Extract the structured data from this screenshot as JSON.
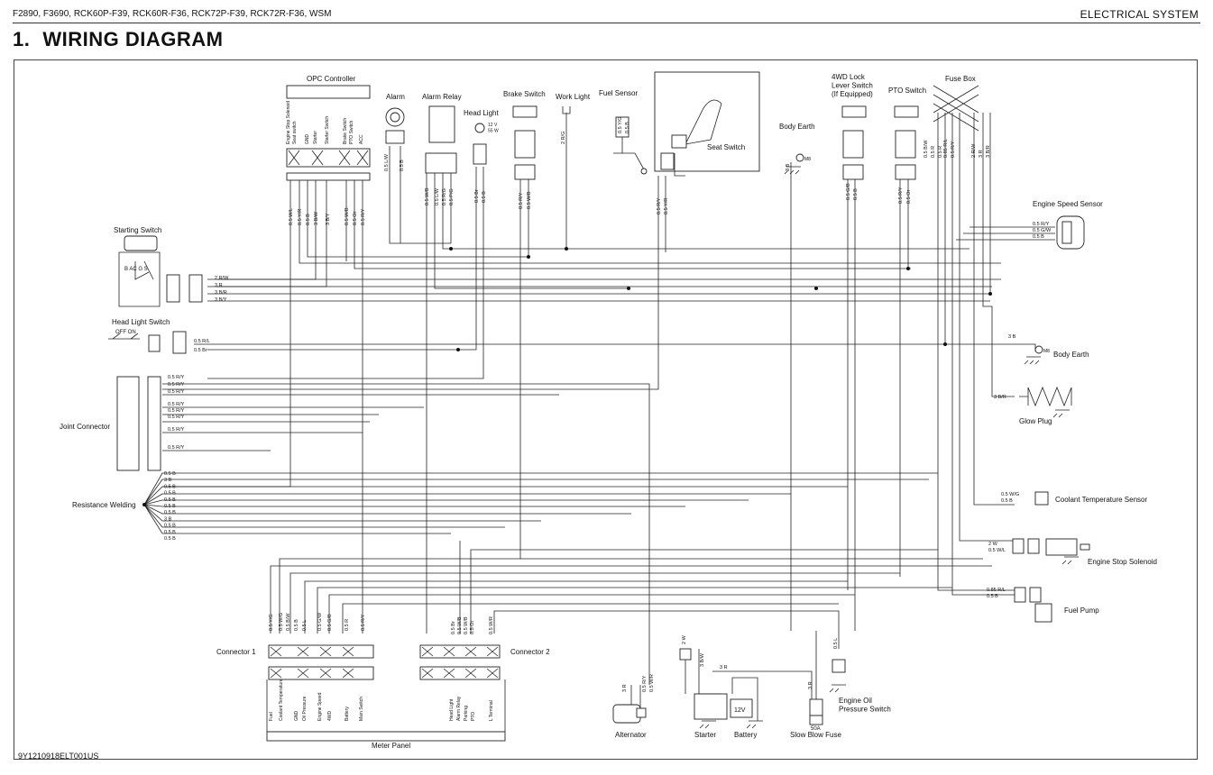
{
  "header": {
    "models": "F2890, F3690, RCK60P-F39, RCK60R-F36, RCK72P-F39, RCK72R-F36, WSM",
    "section": "ELECTRICAL SYSTEM"
  },
  "title": {
    "number": "1.",
    "text": "WIRING DIAGRAM"
  },
  "doc_id": "9Y1210918ELT001US",
  "components": {
    "opc_controller": "OPC Controller",
    "alarm": "Alarm",
    "alarm_relay": "Alarm Relay",
    "head_light": "Head Light",
    "head_light_rating": "12 V\n55 W",
    "brake_switch": "Brake Switch",
    "work_light": "Work Light",
    "fuel_sensor": "Fuel Sensor",
    "seat_switch": "Seat Switch",
    "body_earth_top": "Body Earth",
    "fwd_lock": "4WD Lock\nLever Switch\n(If Equipped)",
    "pto_switch": "PTO Switch",
    "fuse_box": "Fuse Box",
    "engine_speed_sensor": "Engine Speed Sensor",
    "starting_switch": "Starting Switch",
    "head_light_switch": "Head Light Switch",
    "head_light_switch_pos": "OFF ON",
    "body_earth_right": "Body Earth",
    "joint_connector": "Joint Connector",
    "glow_plug": "Glow Plug",
    "resistance_welding": "Resistance Welding",
    "coolant_temp_sensor": "Coolant Temperature Sensor",
    "engine_stop_solenoid": "Engine Stop Solenoid",
    "fuel_pump": "Fuel Pump",
    "connector_1": "Connector 1",
    "connector_2": "Connector 2",
    "engine_oil_pressure_switch": "Engine Oil\nPressure Switch",
    "alternator": "Alternator",
    "starter": "Starter",
    "battery": "Battery",
    "battery_voltage": "12V",
    "slow_blow_fuse": "Slow Blow Fuse",
    "slow_blow_fuse_rating": "50A",
    "meter_panel": "Meter Panel",
    "ground_mark": "M8"
  },
  "opc_pins": [
    "Engine Stop Solenoid",
    "Seat switch",
    "GND",
    "Starter",
    "Starter Switch",
    "Brake Switch",
    "PTO Switch",
    "ACC"
  ],
  "opc_wires": [
    "0.5 W/L",
    "0.5 Y/R",
    "0.5 B",
    "3 B/W",
    "3 B/Y",
    "0.5 W/B",
    "0.5 Or",
    "0.5 R/Y"
  ],
  "alarm_wire": "0.5 L/W",
  "alarm_wire_2": "0.5 B",
  "relay_wires": [
    "0.5 W/B",
    "0.5 L/W",
    "0.5 R/G",
    "0.5 P/G"
  ],
  "headlight_wires": [
    "0.5 Br",
    "0.5 B"
  ],
  "brake_wires": [
    "0.5 R/Y",
    "0.5 W/B"
  ],
  "work_light_wire": "2 R/G",
  "fuel_sensor_wires": [
    "0.5 Y/G",
    "0.5 B"
  ],
  "fuel_sensor_lower_wires": [
    "0.5 R/Y",
    "0.5 Y/R"
  ],
  "body_earth_wire": "3 B",
  "fwd_wires": [
    "0.5 G/B",
    "0.5 B"
  ],
  "pto_wires": [
    "0.5 R/Y",
    "0.5 Or"
  ],
  "fuse_wires": [
    "0.5 B/W",
    "0.5 R",
    "0.5 R",
    "0.85 R/L",
    "0.5 R/Y",
    "2 R/W",
    "3 R",
    "3 B/R"
  ],
  "engine_speed_wires": [
    "0.5 R/Y",
    "0.5 G/W",
    "0.5 B"
  ],
  "starting_switch_wires": [
    "2 R/W",
    "3 R",
    "3 B/R",
    "3 B/Y"
  ],
  "starting_switch_terminals": "B AC G S",
  "head_light_switch_wires": [
    "0.5 R/L",
    "0.5 Br"
  ],
  "body_earth_right_wire": "3 B",
  "joint_wires": [
    "0.5 R/Y",
    "0.5 R/Y",
    "0.5 R/Y",
    "0.5 R/Y",
    "0.5 R/Y",
    "0.5 R/Y",
    "0.5 R/Y",
    "0.5 R/Y"
  ],
  "glow_wire": "3 B/R",
  "welding_wires": [
    "0.5 B",
    "3 B",
    "0.5 B",
    "0.5 B",
    "0.5 B",
    "0.5 B",
    "0.5 B",
    "3 B",
    "0.5 B",
    "0.5 B",
    "0.5 B"
  ],
  "coolant_wires": [
    "0.5 W/G",
    "0.5 B"
  ],
  "solenoid_wires": [
    "2 W",
    "0.5 W/L"
  ],
  "fuel_pump_wires": [
    "0.85 R/L",
    "0.5 B"
  ],
  "connector1_wires": [
    "0.5 Y/G",
    "0.5 W/G",
    "0.5 B/W",
    "0.5 B",
    "0.5 L",
    "0.5 G/W",
    "0.5 G/B",
    "0.5 R",
    "0.5 R/Y"
  ],
  "connector1_pins": [
    "Fuel",
    "Coolant Temperature",
    "GND",
    "Oil Pressure",
    "Engine Speed",
    "4WD",
    "Battery",
    "Main Switch"
  ],
  "connector2_wires": [
    "0.5 Br",
    "0.5 W/B",
    "0.5 W/B",
    "0.5 Or",
    "0.5 W/R"
  ],
  "connector2_pins": [
    "Head Light",
    "Alarm Relay",
    "Parking",
    "PTO",
    "L Terminal"
  ],
  "alternator_wires": [
    "0.5 R/Y",
    "0.5 W/R"
  ],
  "alternator_wire_2": "3 R",
  "starter_wires": [
    "2 W",
    "3 B/W",
    "3 R"
  ],
  "fuse_blow_wire": "3 R",
  "oil_pressure_wire": "0.5 L"
}
